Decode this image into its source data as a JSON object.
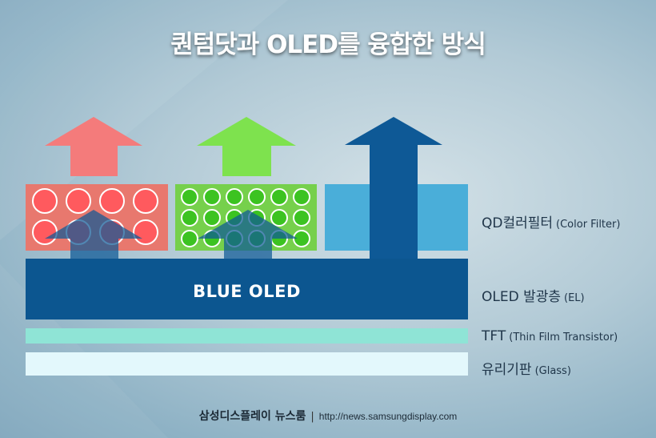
{
  "title": "퀀텀닷과 OLED를 융합한 방식",
  "layers": {
    "qd": {
      "label": "QD컬러필터",
      "sub": "(Color Filter)"
    },
    "oled": {
      "label": "OLED 발광층",
      "sub": "(EL)",
      "inner_label": "BLUE OLED"
    },
    "tft": {
      "label": "TFT",
      "sub": "(Thin Film Transistor)"
    },
    "glass": {
      "label": "유리기판",
      "sub": "(Glass)"
    }
  },
  "footer": {
    "brand": "삼성디스플레이 뉴스룸",
    "separator": "|",
    "url": "http://news.samsungdisplay.com"
  },
  "colors": {
    "red_filter": "#e8786e",
    "red_arrow": "#f47b7b",
    "red_dot": "#ff5a5e",
    "green_filter": "#76d04c",
    "green_arrow": "#7ee24e",
    "green_dot": "#3cc321",
    "blue_filter": "#4aaed9",
    "blue_oled": "#0c5690",
    "blue_arrow": "#0e5996",
    "tft": "#8fe4d6",
    "glass": "#e3f8fc"
  }
}
